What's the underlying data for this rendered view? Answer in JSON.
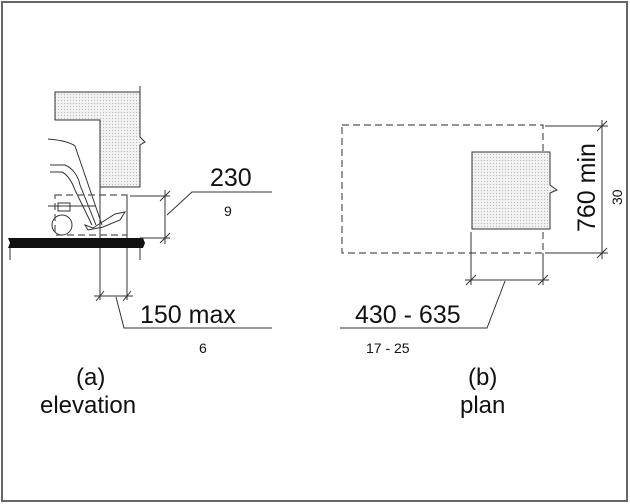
{
  "elevation": {
    "height_dim": {
      "metric": "230",
      "imperial": "9"
    },
    "depth_dim": {
      "metric": "150 max",
      "imperial": "6"
    },
    "caption_letter": "(a)",
    "caption": "elevation"
  },
  "plan": {
    "width_dim": {
      "metric": "760 min",
      "imperial": "30"
    },
    "depth_dim": {
      "metric": "430 - 635",
      "imperial": "17 - 25"
    },
    "caption_letter": "(b)",
    "caption": "plan"
  }
}
